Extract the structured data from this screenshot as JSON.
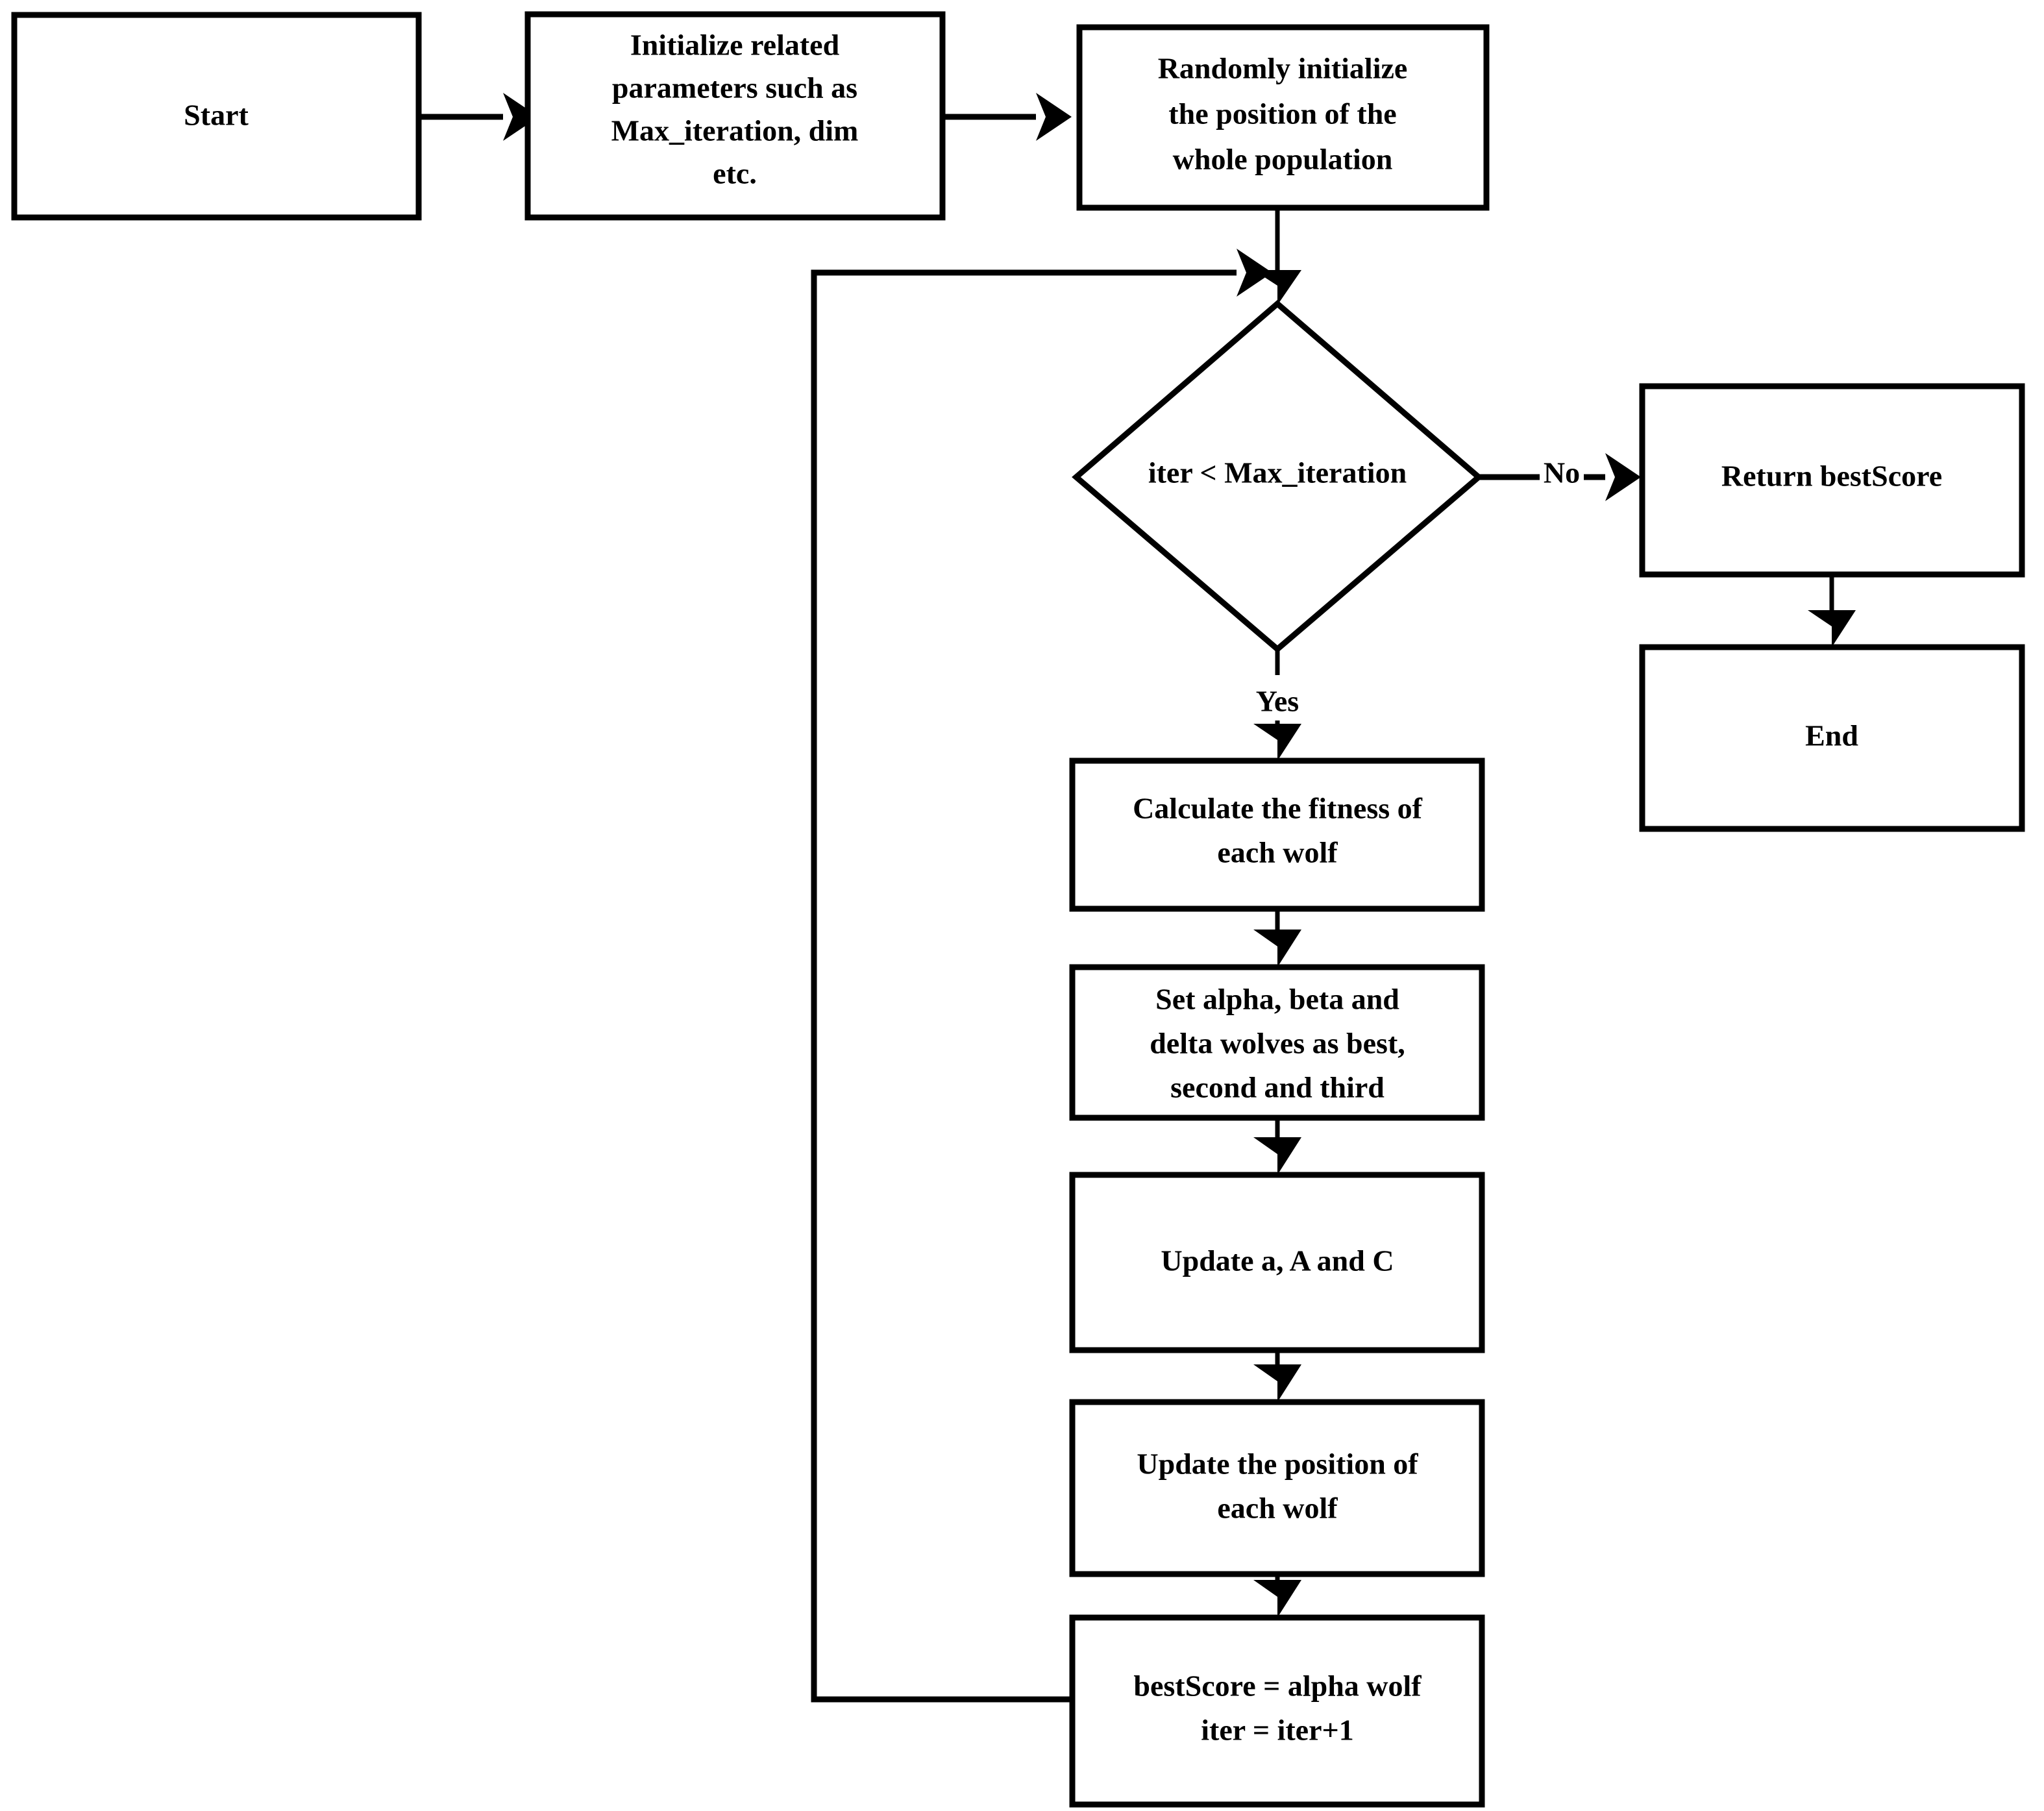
{
  "diagram": {
    "type": "flowchart",
    "title": "Grey Wolf Optimizer (GWO) algorithm flowchart",
    "background_color": "#ffffff",
    "line_color": "#000000",
    "text_color": "#000000",
    "nodes": [
      {
        "id": "start",
        "shape": "rectangle",
        "lines": [
          "Start"
        ]
      },
      {
        "id": "init-params",
        "shape": "rectangle",
        "lines": [
          "Initialize related",
          "parameters such as",
          "Max_iteration, dim",
          "etc."
        ]
      },
      {
        "id": "init-population",
        "shape": "rectangle",
        "lines": [
          "Randomly initialize",
          "the position of the",
          "whole population"
        ]
      },
      {
        "id": "decision",
        "shape": "diamond",
        "lines": [
          "iter < Max_iteration"
        ]
      },
      {
        "id": "return-bestscore",
        "shape": "rectangle",
        "lines": [
          "Return bestScore"
        ]
      },
      {
        "id": "end",
        "shape": "rectangle",
        "lines": [
          "End"
        ]
      },
      {
        "id": "calc-fitness",
        "shape": "rectangle",
        "lines": [
          "Calculate the fitness of",
          "each wolf"
        ]
      },
      {
        "id": "set-wolves",
        "shape": "rectangle",
        "lines": [
          "Set alpha, beta and",
          "delta wolves as best,",
          "second and third"
        ]
      },
      {
        "id": "update-aac",
        "shape": "rectangle",
        "lines": [
          "Update a, A and C"
        ]
      },
      {
        "id": "update-position",
        "shape": "rectangle",
        "lines": [
          "Update the position of",
          "each wolf"
        ]
      },
      {
        "id": "update-best",
        "shape": "rectangle",
        "lines": [
          "bestScore = alpha wolf",
          "iter = iter+1"
        ]
      }
    ],
    "edge_labels": {
      "no": "No",
      "yes": "Yes"
    },
    "edges": [
      {
        "from": "start",
        "to": "init-params",
        "label": ""
      },
      {
        "from": "init-params",
        "to": "init-population",
        "label": ""
      },
      {
        "from": "init-population",
        "to": "decision",
        "label": ""
      },
      {
        "from": "decision",
        "to": "return-bestscore",
        "label": "No"
      },
      {
        "from": "return-bestscore",
        "to": "end",
        "label": ""
      },
      {
        "from": "decision",
        "to": "calc-fitness",
        "label": "Yes"
      },
      {
        "from": "calc-fitness",
        "to": "set-wolves",
        "label": ""
      },
      {
        "from": "set-wolves",
        "to": "update-aac",
        "label": ""
      },
      {
        "from": "update-aac",
        "to": "update-position",
        "label": ""
      },
      {
        "from": "update-position",
        "to": "update-best",
        "label": ""
      },
      {
        "from": "update-best",
        "to": "decision",
        "label": ""
      }
    ]
  },
  "text": {
    "start": "Start",
    "init_params_l1": "Initialize related",
    "init_params_l2": "parameters such as",
    "init_params_l3": "Max_iteration, dim",
    "init_params_l4": "etc.",
    "init_pop_l1": "Randomly initialize",
    "init_pop_l2": "the position of the",
    "init_pop_l3": "whole population",
    "decision": "iter < Max_iteration",
    "label_no": "No",
    "label_yes": "Yes",
    "return_bestscore": "Return bestScore",
    "end": "End",
    "calc_fitness_l1": "Calculate the fitness of",
    "calc_fitness_l2": "each wolf",
    "set_wolves_l1": "Set alpha, beta and",
    "set_wolves_l2": "delta wolves as best,",
    "set_wolves_l3": "second and third",
    "update_aac": "Update a, A and C",
    "update_pos_l1": "Update the position of",
    "update_pos_l2": "each wolf",
    "update_best_l1": "bestScore = alpha wolf",
    "update_best_l2": "iter = iter+1"
  }
}
